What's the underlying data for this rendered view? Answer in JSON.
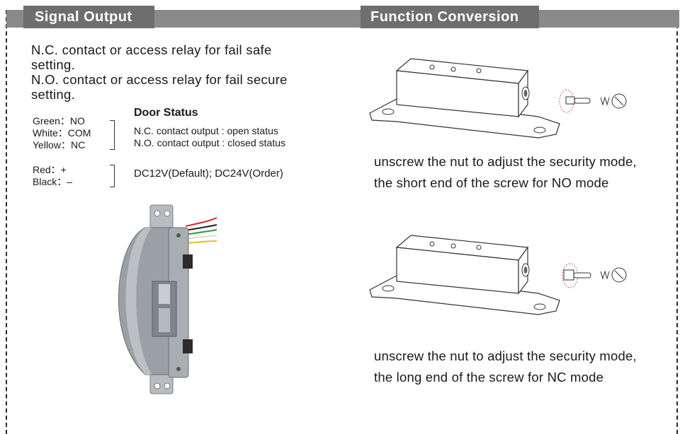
{
  "headers": {
    "left_tab": "Signal Output",
    "right_tab": "Function Conversion"
  },
  "intro": {
    "line1": "N.C. contact or access relay for fail safe",
    "line2": "setting.",
    "line3": "N.O. contact or access relay for fail secure",
    "line4": "setting."
  },
  "wiring": {
    "green": "Green：NO",
    "white": "White：COM",
    "yellow": "Yellow：NC"
  },
  "door_status": {
    "title": "Door Status",
    "nc": "N.C. contact output : open status",
    "no": "N.O. contact output : closed status"
  },
  "power": {
    "red": "Red：+",
    "black": "Black：–",
    "voltage": "DC12V(Default); DC24V(Order)"
  },
  "captions": {
    "top_line1": "unscrew the nut to adjust the security mode,",
    "top_line2": "the short end of the screw for NO mode",
    "bottom_line1": "unscrew the nut to adjust the security mode,",
    "bottom_line2": "the long end of the screw for NC mode"
  },
  "colors": {
    "tab_bg": "#6e6e6e",
    "bar_bg": "#8a8a8a",
    "device_gray": "#9aa0a6",
    "wire_red": "#d62b2b",
    "wire_green": "#2e9a3a",
    "wire_yellow": "#e0c21a",
    "highlight_circle": "#e05050"
  }
}
